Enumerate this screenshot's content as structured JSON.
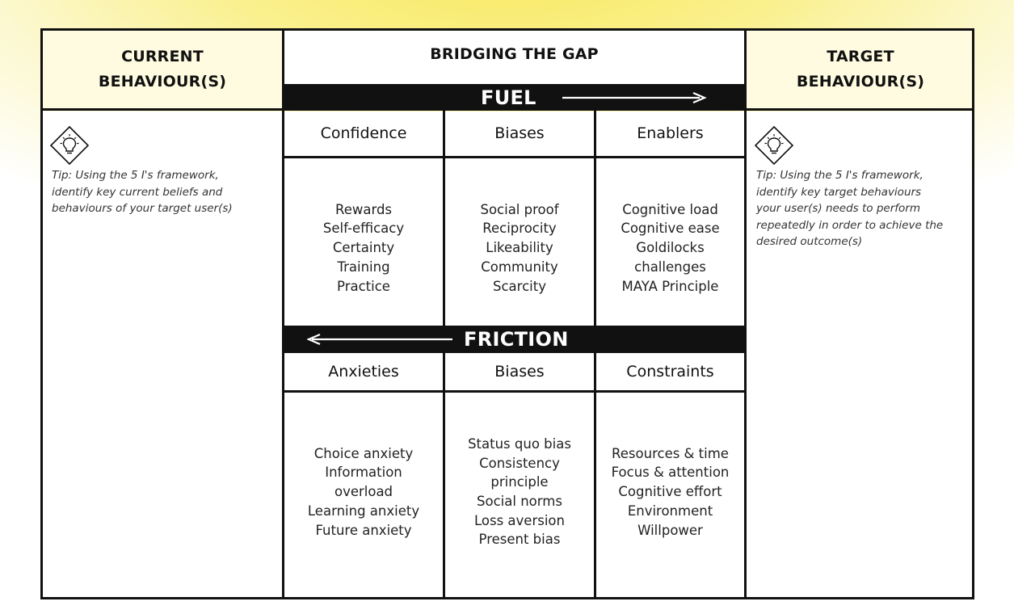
{
  "columns": {
    "current": "CURRENT BEHAVIOUR(S)",
    "bridge": "BRIDGING THE GAP",
    "target": "TARGET BEHAVIOUR(S)"
  },
  "fuel": {
    "label": "FUEL",
    "headers": [
      "Confidence",
      "Biases",
      "Enablers"
    ],
    "items": [
      [
        "Rewards",
        "Self-efficacy",
        "Certainty",
        "Training",
        "Practice"
      ],
      [
        "Social proof",
        "Reciprocity",
        "Likeability",
        "Community",
        "Scarcity"
      ],
      [
        "Cognitive load",
        "Cognitive ease",
        "Goldilocks",
        "challenges",
        "MAYA Principle"
      ]
    ]
  },
  "friction": {
    "label": "FRICTION",
    "headers": [
      "Anxieties",
      "Biases",
      "Constraints"
    ],
    "items": [
      [
        "Choice anxiety",
        "Information",
        "overload",
        "Learning anxiety",
        "Future anxiety"
      ],
      [
        "Status quo bias",
        "Consistency",
        "principle",
        "Social norms",
        "Loss aversion",
        "Present bias"
      ],
      [
        "Resources & time",
        "Focus & attention",
        "Cognitive effort",
        "Environment",
        "Willpower"
      ]
    ]
  },
  "tips": {
    "current": [
      "Tip: Using the 5 I's framework,",
      "identify key current beliefs and",
      "behaviours of your target user(s)"
    ],
    "target": [
      "Tip: Using the 5 I's framework,",
      "identify key target behaviours",
      "your user(s) needs to perform",
      "repeatedly in order to achieve the",
      "desired outcome(s)"
    ]
  },
  "icons": {
    "tip_icon": "lightbulb-diamond-icon"
  },
  "colors": {
    "highlight": "#f8e85a",
    "ink": "#111111"
  }
}
